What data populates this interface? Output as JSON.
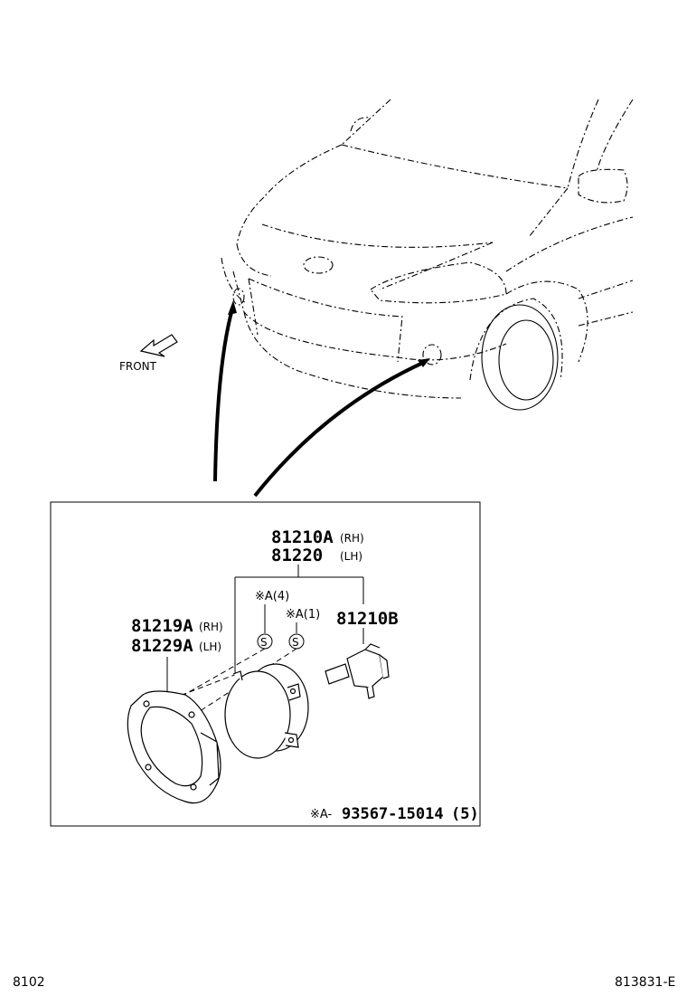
{
  "direction_label": "FRONT",
  "parts": {
    "fog_lamp_assy_rh": "81210A",
    "fog_lamp_assy_rh_side": "(RH)",
    "fog_lamp_assy_lh": "81220",
    "fog_lamp_assy_lh_side": "(LH)",
    "bulb": "81210B",
    "bracket_rh": "81219A",
    "bracket_rh_side": "(RH)",
    "bracket_lh": "81229A",
    "bracket_lh_side": "(LH)",
    "screw_ref_a4": "※A(4)",
    "screw_ref_a1": "※A(1)",
    "screw_symbol": "S"
  },
  "footnote": {
    "prefix": "※A-",
    "part_no": "93567-15014",
    "qty": "(5)"
  },
  "page_code_left": "8102",
  "page_code_right": "813831-E"
}
